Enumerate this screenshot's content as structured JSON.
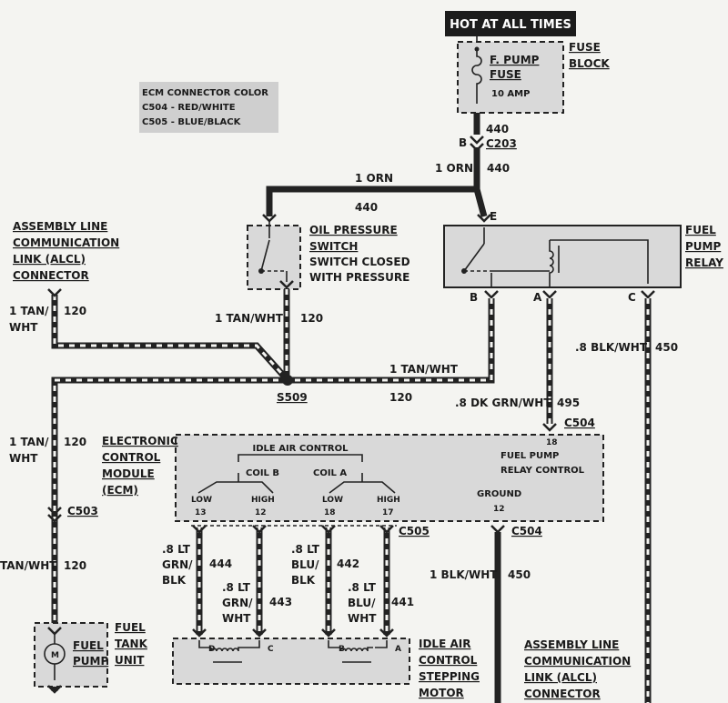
{
  "power": {
    "hot_label": "HOT AT ALL TIMES"
  },
  "fuse": {
    "label_line1": "F. PUMP",
    "label_line2": "FUSE",
    "rating": "10 AMP",
    "block_line1": "FUSE",
    "block_line2": "BLOCK"
  },
  "connectors": {
    "c203_wire": "440",
    "c203_pin": "B",
    "c203": "C203",
    "s509": "S509",
    "c503": "C503",
    "c504_top": "C504",
    "c504_bottom": "C504",
    "c505": "C505"
  },
  "ecm_color_note": [
    "ECM CONNECTOR COLOR",
    "C504 - RED/WHITE",
    "C505 - BLUE/BLACK"
  ],
  "wires": {
    "orn_vertical": "1 ORN",
    "orn_vertical_num": "440",
    "orn_top": "1 ORN",
    "orn_top_num": "440",
    "alcl_top_color1": "1 TAN/",
    "alcl_top_color2": "WHT",
    "alcl_top_num": "120",
    "oil_out": "1 TAN/WHT",
    "oil_out_num": "120",
    "relay_b": "1 TAN/WHT",
    "relay_b_num": "120",
    "relay_a": ".8 DK GRN/WHT",
    "relay_a_num": "495",
    "relay_c": ".8 BLK/WHT",
    "relay_c_num": "450",
    "left_mid_color1": "1 TAN/",
    "left_mid_color2": "WHT",
    "left_mid_num": "120",
    "left_low": "TAN/WHT",
    "left_low_num": "120",
    "ground": "1 BLK/WHT",
    "ground_num": "450",
    "w444_1": ".8 LT",
    "w444_2": "GRN/",
    "w444_3": "BLK",
    "w444_num": "444",
    "w443_1": ".8 LT",
    "w443_2": "GRN/",
    "w443_3": "WHT",
    "w443_num": "443",
    "w442_1": ".8 LT",
    "w442_2": "BLU/",
    "w442_3": "BLK",
    "w442_num": "442",
    "w441_1": ".8 LT",
    "w441_2": "BLU/",
    "w441_3": "WHT",
    "w441_num": "441"
  },
  "alcl_top": [
    "ASSEMBLY LINE",
    "COMMUNICATION",
    "LINK (ALCL)",
    "CONNECTOR"
  ],
  "alcl_bottom": [
    "ASSEMBLY LINE",
    "COMMUNICATION",
    "LINK (ALCL)",
    "CONNECTOR"
  ],
  "oil_switch": {
    "title1": "OIL PRESSURE",
    "title2": "SWITCH",
    "desc1": "SWITCH CLOSED",
    "desc2": "WITH PRESSURE"
  },
  "relay": {
    "title1": "FUEL",
    "title2": "PUMP",
    "title3": "RELAY",
    "pin_e": "E",
    "pin_b": "B",
    "pin_a": "A",
    "pin_c": "C"
  },
  "ecm": {
    "title": [
      "ELECTRONIC",
      "CONTROL",
      "MODULE",
      "(ECM)"
    ],
    "iac": "IDLE AIR CONTROL",
    "coil_b": "COIL B",
    "coil_a": "COIL  A",
    "low": "LOW",
    "high": "HIGH",
    "pin13": "13",
    "pin12": "12",
    "pin18": "18",
    "pin17": "17",
    "pin12g": "12",
    "pin18r": "18",
    "relay_ctrl1": "FUEL PUMP",
    "relay_ctrl2": "RELAY CONTROL",
    "ground": "GROUND"
  },
  "fuel_tank": {
    "pump1": "FUEL",
    "pump2": "PUMP",
    "motor": "M",
    "title": [
      "FUEL",
      "TANK",
      "UNIT"
    ]
  },
  "stepper": {
    "title": [
      "IDLE AIR",
      "CONTROL",
      "STEPPING",
      "MOTOR"
    ],
    "pins": [
      "D",
      "C",
      "B",
      "A"
    ]
  }
}
